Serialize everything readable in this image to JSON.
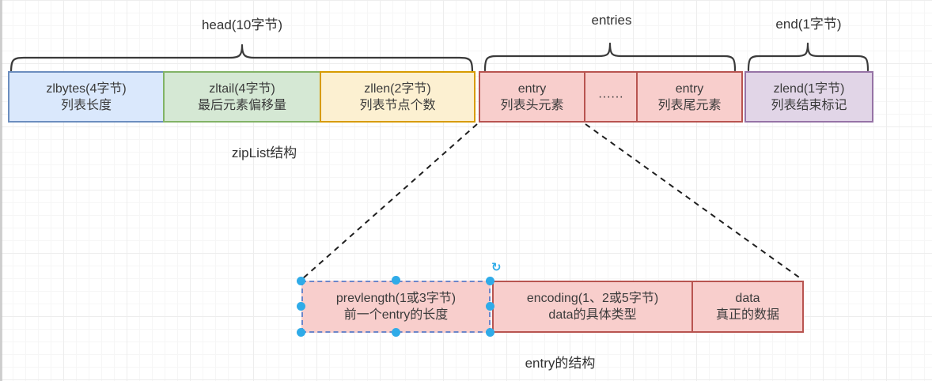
{
  "braces": {
    "head": {
      "label": "head(10字节)"
    },
    "entries": {
      "label": "entries"
    },
    "end": {
      "label": "end(1字节)"
    }
  },
  "ziplist": {
    "caption": "zipList结构",
    "boxes": [
      {
        "name": "zlbytes",
        "line1": "zlbytes(4字节)",
        "line2": "列表长度"
      },
      {
        "name": "zltail",
        "line1": "zltail(4字节)",
        "line2": "最后元素偏移量"
      },
      {
        "name": "zllen",
        "line1": "zllen(2字节)",
        "line2": "列表节点个数"
      },
      {
        "name": "entry-head",
        "line1": "entry",
        "line2": "列表头元素"
      },
      {
        "name": "entry-ellipsis",
        "line1": "······",
        "line2": ""
      },
      {
        "name": "entry-tail",
        "line1": "entry",
        "line2": "列表尾元素"
      },
      {
        "name": "zlend",
        "line1": "zlend(1字节)",
        "line2": "列表结束标记"
      }
    ]
  },
  "entry": {
    "caption": "entry的结构",
    "boxes": [
      {
        "name": "prevlength",
        "line1": "prevlength(1或3字节)",
        "line2": "前一个entry的长度",
        "selected": true
      },
      {
        "name": "encoding",
        "line1": "encoding(1、2或5字节)",
        "line2": "data的具体类型"
      },
      {
        "name": "data",
        "line1": "data",
        "line2": "真正的数据"
      }
    ]
  },
  "icons": {
    "rotate": "↻"
  },
  "colors": {
    "blue_fill": "#dae8fc",
    "blue_border": "#6c8ebf",
    "green_fill": "#d5e8d4",
    "green_border": "#82b366",
    "yellow_fill": "#fcf0d1",
    "yellow_border": "#d79b00",
    "pink_fill": "#f8cecc",
    "pink_border": "#b85450",
    "purple_fill": "#e1d5e7",
    "purple_border": "#9673a6",
    "selection_handle": "#2fabe8",
    "selection_outline": "#6d86c9",
    "connector": "#1f1f1f",
    "text": "#3b3b3b"
  }
}
